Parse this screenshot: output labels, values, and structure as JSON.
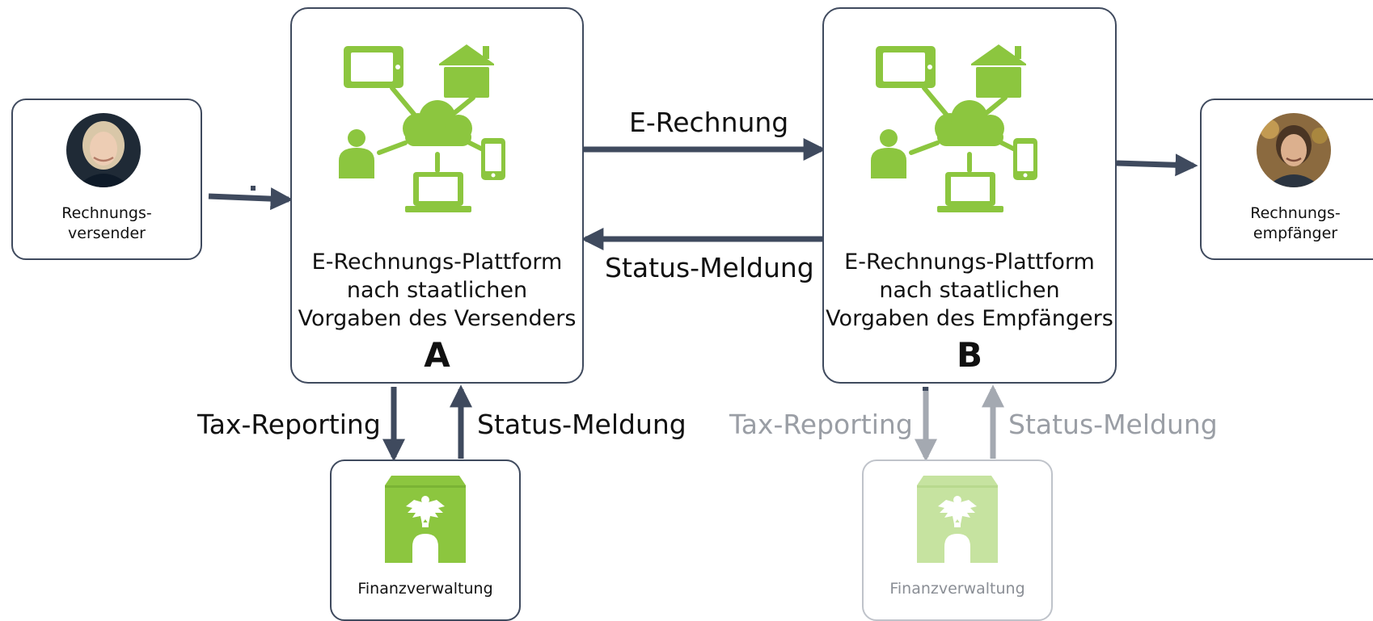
{
  "sender": {
    "label": "Rechnungs-\nversender"
  },
  "receiver": {
    "label": "Rechnungs-\nempfänger"
  },
  "platform_a": {
    "lines": [
      "E-Rechnungs-Plattform",
      "nach staatlichen",
      "Vorgaben des Versenders"
    ],
    "letter": "A"
  },
  "platform_b": {
    "lines": [
      "E-Rechnungs-Plattform",
      "nach staatlichen",
      "Vorgaben des Empfängers"
    ],
    "letter": "B"
  },
  "flows": {
    "e_invoice": "E-Rechnung",
    "status_top": "Status-Meldung",
    "tax_a": "Tax-Reporting",
    "status_a": "Status-Meldung",
    "tax_b": "Tax-Reporting",
    "status_b": "Status-Meldung"
  },
  "tax_office_a": {
    "label": "Finanzverwaltung"
  },
  "tax_office_b": {
    "label": "Finanzverwaltung"
  },
  "colors": {
    "accent_green": "#8cc63f",
    "muted_green": "#c6e3a0",
    "arrow": "#3f4a5e",
    "muted_arrow": "#a4a9b1"
  },
  "icons": [
    "network-cloud-icon",
    "government-building-icon",
    "person-photo-avatar"
  ]
}
